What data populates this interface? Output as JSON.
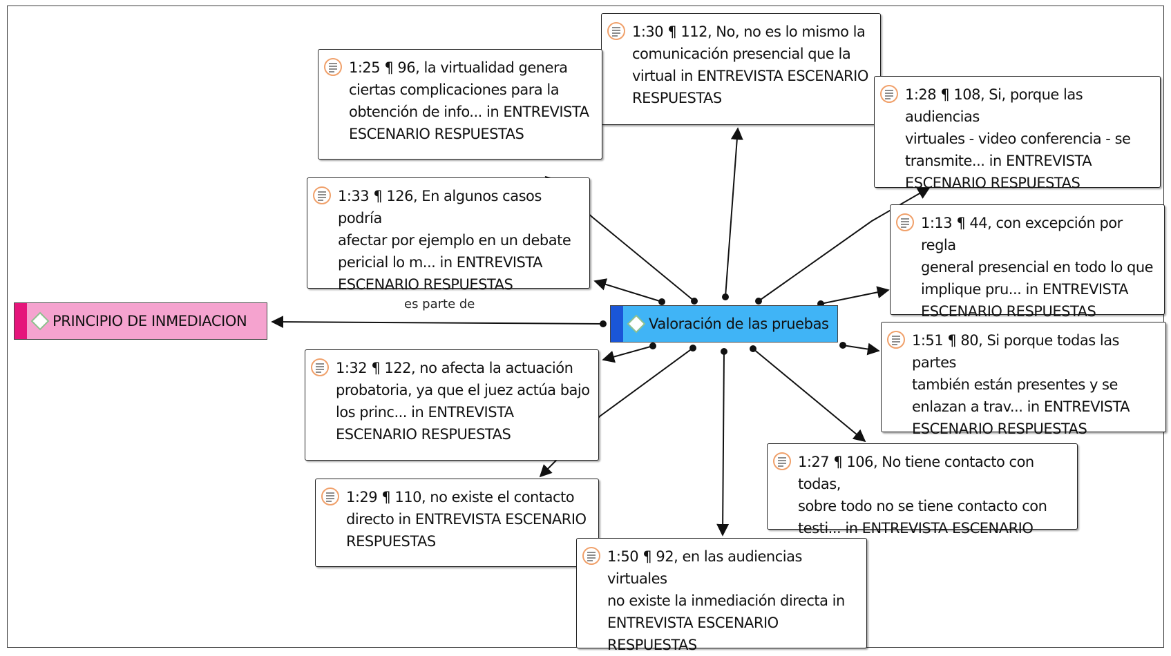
{
  "colors": {
    "code_bar_pink": "#e5157b",
    "code_fill_pink": "#f5a3cf",
    "code_bar_blue": "#1a56d8",
    "code_fill_blue": "#40b4f6",
    "quote_icon": "#f0a06a"
  },
  "icons": {
    "quotation": "document-lines-icon",
    "code": "diamond-icon"
  },
  "codes": {
    "central": "Valoración de las pruebas",
    "principle": "PRINCIPIO DE INMEDIACION"
  },
  "relation_label": "es parte de",
  "quotations": [
    {
      "id": "q-1-30",
      "lines": [
        "1:30 ¶ 112, No, no es lo mismo la",
        "comunicación presencial que la",
        "virtual in ENTREVISTA ESCENARIO",
        "RESPUESTAS"
      ]
    },
    {
      "id": "q-1-25",
      "lines": [
        "1:25 ¶ 96, la virtualidad genera",
        "ciertas complicaciones para la",
        "obtención de info... in ENTREVISTA",
        "ESCENARIO RESPUESTAS"
      ]
    },
    {
      "id": "q-1-28",
      "lines": [
        "1:28 ¶ 108, Si, porque las audiencias",
        "virtuales - video conferencia - se",
        "transmite... in ENTREVISTA",
        "ESCENARIO RESPUESTAS"
      ]
    },
    {
      "id": "q-1-33",
      "lines": [
        "1:33 ¶ 126, En algunos casos podría",
        "afectar por ejemplo en un debate",
        "pericial lo m... in ENTREVISTA",
        "ESCENARIO RESPUESTAS"
      ]
    },
    {
      "id": "q-1-13",
      "lines": [
        "1:13 ¶ 44, con excepción por regla",
        "general presencial en todo lo que",
        "implique pru... in ENTREVISTA",
        "ESCENARIO RESPUESTAS"
      ]
    },
    {
      "id": "q-1-51",
      "lines": [
        "1:51 ¶ 80, Si porque todas las partes",
        "también están presentes y se",
        "enlazan a trav... in ENTREVISTA",
        "ESCENARIO RESPUESTAS"
      ]
    },
    {
      "id": "q-1-32",
      "lines": [
        "1:32 ¶ 122, no afecta la actuación",
        "probatoria, ya que el juez actúa bajo",
        "los princ... in ENTREVISTA",
        "ESCENARIO RESPUESTAS"
      ]
    },
    {
      "id": "q-1-27",
      "lines": [
        "1:27 ¶ 106, No tiene contacto con todas,",
        "sobre todo no se tiene contacto con",
        "testi... in ENTREVISTA ESCENARIO RES..."
      ]
    },
    {
      "id": "q-1-29",
      "lines": [
        "1:29 ¶ 110, no existe el contacto",
        "directo in ENTREVISTA ESCENARIO",
        "RESPUESTAS"
      ]
    },
    {
      "id": "q-1-50",
      "lines": [
        "1:50 ¶ 92, en las audiencias virtuales",
        "no existe la inmediación directa in",
        "ENTREVISTA ESCENARIO",
        "RESPUESTAS"
      ]
    }
  ]
}
